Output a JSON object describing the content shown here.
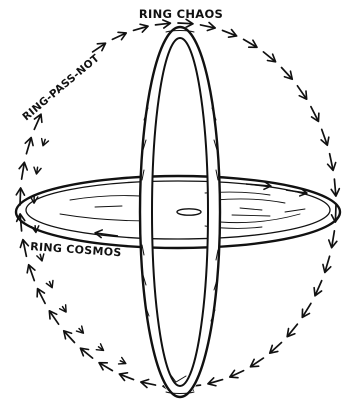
{
  "diagram": {
    "labels": {
      "ring_chaos": "RING CHAOS",
      "ring_pass_not": "RING-PASS-NOT",
      "ring_cosmos": "RING COSMOS"
    },
    "colors": {
      "ink": "#111111",
      "paper": "#ffffff"
    }
  }
}
